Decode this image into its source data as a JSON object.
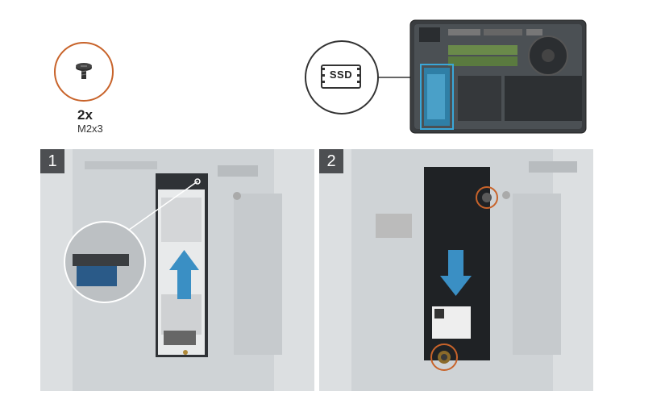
{
  "screw_callout": {
    "quantity": "2x",
    "size": "M2x3"
  },
  "ssd_callout": {
    "label": "SSD"
  },
  "steps": [
    {
      "number": "1"
    },
    {
      "number": "2"
    }
  ],
  "colors": {
    "accent_orange": "#c8632a",
    "callout_blue": "#3aa7d8",
    "badge_gray": "#4d4f52"
  },
  "icons": [
    "screw-icon",
    "ssd-icon",
    "arrow-up-icon",
    "arrow-down-icon"
  ]
}
